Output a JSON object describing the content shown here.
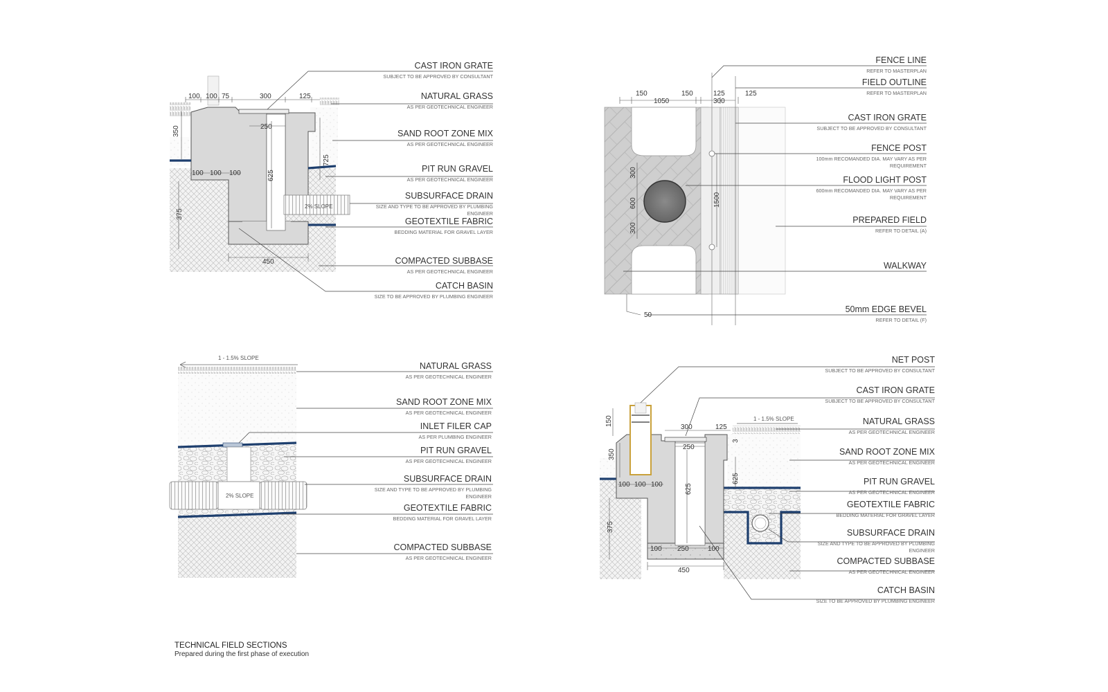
{
  "caption": {
    "title": "TECHNICAL FIELD SECTIONS",
    "subtitle": "Prepared during the first phase of execution"
  },
  "sec1": {
    "labels": [
      {
        "t": "CAST IRON GRATE",
        "s": "SUBJECT TO BE APPROVED BY CONSULTANT"
      },
      {
        "t": "NATURAL GRASS",
        "s": "AS PER GEOTECHNICAL ENGINEER"
      },
      {
        "t": "SAND ROOT ZONE MIX",
        "s": "AS PER GEOTECHNICAL ENGINEER"
      },
      {
        "t": "PIT RUN GRAVEL",
        "s": "AS PER GEOTECHNICAL ENGINEER"
      },
      {
        "t": "SUBSURFACE DRAIN",
        "s": "SIZE AND TYPE TO BE APPROVED BY PLUMBING",
        "s2": "ENGINEER"
      },
      {
        "t": "GEOTEXTILE FABRIC",
        "s": "BEDDING MATERIAL FOR GRAVEL LAYER"
      },
      {
        "t": "COMPACTED SUBBASE",
        "s": "AS PER GEOTECHNICAL ENGINEER"
      },
      {
        "t": "CATCH BASIN",
        "s": "SIZE TO BE APPROVED BY PLUMBING ENGINEER"
      }
    ],
    "dims": {
      "d100a": "100",
      "d100b": "100",
      "d75": "75",
      "d300": "300",
      "d125": "125",
      "d250": "250",
      "d350": "350",
      "d100c": "100",
      "d100d": "100",
      "d100e": "100",
      "d625": "625",
      "d725": "725",
      "d375": "375",
      "d450": "450",
      "slope": "2% SLOPE"
    }
  },
  "sec2": {
    "labels": [
      {
        "t": "FENCE LINE",
        "s": "REFER TO MASTERPLAN"
      },
      {
        "t": "FIELD OUTLINE",
        "s": "REFER TO MASTERPLAN"
      },
      {
        "t": "CAST IRON GRATE",
        "s": "SUBJECT TO BE APPROVED BY CONSULTANT"
      },
      {
        "t": "FENCE POST",
        "s": "100mm RECOMANDED DIA. MAY VARY AS PER",
        "s2": "REQUIREMENT"
      },
      {
        "t": "FLOOD LIGHT POST",
        "s": "600mm RECOMANDED DIA. MAY VARY AS PER",
        "s2": "REQUIREMENT"
      },
      {
        "t": "PREPARED FIELD",
        "s": "REFER TO DETAIL (A)"
      },
      {
        "t": "WALKWAY",
        "s": ""
      },
      {
        "t": "50mm EDGE BEVEL",
        "s": "REFER TO DETAIL (F)"
      }
    ],
    "dims": {
      "d150a": "150",
      "d1050": "1050",
      "d150b": "150",
      "d125a": "125",
      "d300": "300",
      "d125b": "125",
      "d300a": "300",
      "d600": "600",
      "d300b": "300",
      "d1500": "1500",
      "d50": "50"
    }
  },
  "sec3": {
    "labels": [
      {
        "t": "NATURAL GRASS",
        "s": "AS PER GEOTECHNICAL ENGINEER"
      },
      {
        "t": "SAND ROOT ZONE MIX",
        "s": "AS PER GEOTECHNICAL ENGINEER"
      },
      {
        "t": "INLET FILER CAP",
        "s": "AS PER PLUMBING ENGINEER"
      },
      {
        "t": "PIT RUN GRAVEL",
        "s": "AS PER GEOTECHNICAL ENGINEER"
      },
      {
        "t": "SUBSURFACE DRAIN",
        "s": "SIZE AND TYPE TO BE APPROVED BY PLUMBING",
        "s2": "ENGINEER"
      },
      {
        "t": "GEOTEXTILE FABRIC",
        "s": "BEDDING MATERIAL FOR GRAVEL LAYER"
      },
      {
        "t": "COMPACTED SUBBASE",
        "s": "AS PER GEOTECHNICAL ENGINEER"
      }
    ],
    "dims": {
      "slopeTop": "1 - 1.5% SLOPE",
      "slope": "2% SLOPE"
    }
  },
  "sec4": {
    "labels": [
      {
        "t": "NET POST",
        "s": "SUBJECT TO BE APPROVED BY CONSULTANT"
      },
      {
        "t": "CAST IRON GRATE",
        "s": "SUBJECT TO BE APPROVED BY CONSULTANT"
      },
      {
        "t": "NATURAL GRASS",
        "s": "AS PER GEOTECHNICAL ENGINEER"
      },
      {
        "t": "SAND ROOT ZONE MIX",
        "s": "AS PER GEOTECHNICAL ENGINEER"
      },
      {
        "t": "PIT RUN GRAVEL",
        "s": "AS PER GEOTECHNICAL ENGINEER"
      },
      {
        "t": "GEOTEXTILE FABRIC",
        "s": "BEDDING MATERIAL FOR GRAVEL LAYER"
      },
      {
        "t": "SUBSURFACE DRAIN",
        "s": "SIZE AND TYPE TO BE APPROVED BY PLUMBING",
        "s2": "ENGINEER"
      },
      {
        "t": "COMPACTED SUBBASE",
        "s": "AS PER GEOTECHNICAL ENGINEER"
      },
      {
        "t": "CATCH BASIN",
        "s": "SIZE TO BE APPROVED BY PLUMBING ENGINEER"
      }
    ],
    "dims": {
      "d150": "150",
      "d300": "300",
      "d125": "125",
      "d250": "250",
      "d3": "3",
      "d350": "350",
      "d625a": "625",
      "d100a": "100",
      "d100b": "100",
      "d100c": "100",
      "d625b": "625",
      "d375": "375",
      "d100d": "100",
      "d250b": "250",
      "d100e": "100",
      "d450": "450",
      "slope": "1 - 1.5% SLOPE"
    }
  }
}
